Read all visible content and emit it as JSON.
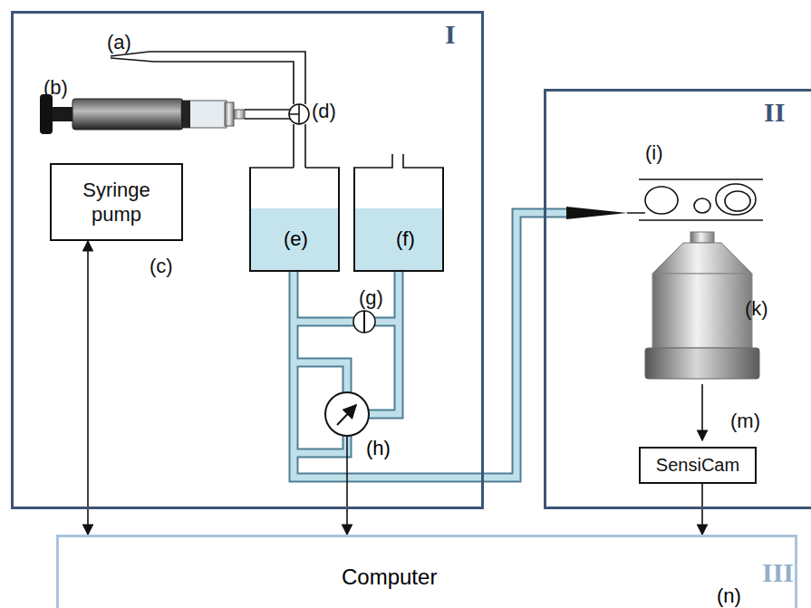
{
  "diagram": {
    "nodes": [
      {
        "text": [
          "I"
        ]
      },
      {
        "text": [
          "Syringe pump"
        ],
        "in": 0
      },
      {
        "text": [
          "(e)"
        ],
        "in": 0
      },
      {
        "text": [
          "(f)"
        ],
        "in": 0
      },
      {
        "text": [
          "(h)"
        ],
        "in": 0
      },
      {
        "text": [
          "II"
        ]
      },
      {
        "text": [
          "SensiCam"
        ],
        "in": 5
      },
      {
        "text": [
          "Computer",
          "(n)",
          "III"
        ]
      }
    ],
    "edges": [
      {
        "from": 1,
        "to": 7,
        "arrow": "both"
      },
      {
        "from": 4,
        "to": 7,
        "arrow": "to"
      },
      {
        "from": 6,
        "to": 7,
        "arrow": "to"
      }
    ],
    "labels": [
      "(a)",
      "(b)",
      "(c)",
      "(d)",
      "(g)",
      "(i)",
      "(k)",
      "(m)"
    ]
  }
}
